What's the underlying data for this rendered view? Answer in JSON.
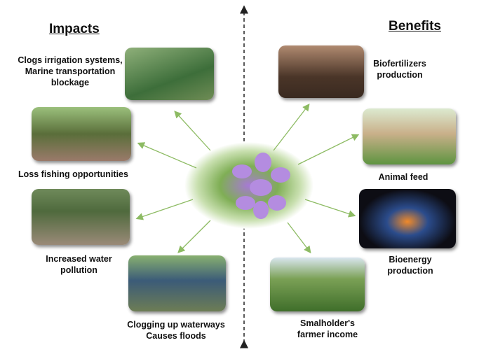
{
  "headings": {
    "impacts": "Impacts",
    "benefits": "Benefits"
  },
  "impacts": [
    {
      "label_lines": [
        "Clogs irrigation systems,",
        "Marine transportation",
        "blockage"
      ]
    },
    {
      "label_lines": [
        "Loss fishing opportunities"
      ]
    },
    {
      "label_lines": [
        "Increased water",
        "pollution"
      ]
    },
    {
      "label_lines": [
        "Clogging up waterways",
        "Causes floods"
      ]
    }
  ],
  "benefits": [
    {
      "label_lines": [
        "Biofertilizers",
        "production"
      ]
    },
    {
      "label_lines": [
        "Animal feed"
      ]
    },
    {
      "label_lines": [
        "Bioenergy",
        "production"
      ]
    },
    {
      "label_lines": [
        "Smalholder's",
        "farmer income"
      ]
    }
  ],
  "colors": {
    "arrow": "#8dbb63",
    "flower": "#a779d6",
    "leaf": "#5c9a3a"
  }
}
